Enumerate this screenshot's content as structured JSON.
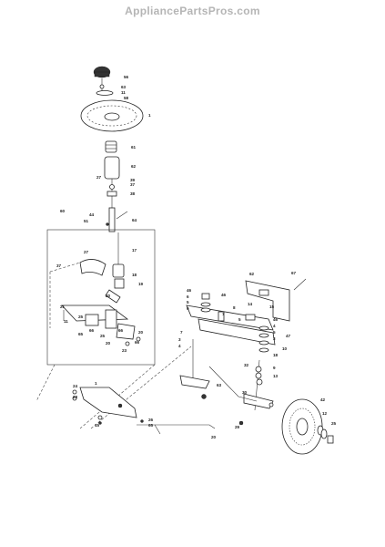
{
  "header": {
    "site": "AppliancePartsPros.com"
  },
  "callouts": [
    "56",
    "63",
    "11",
    "58",
    "1",
    "61",
    "62",
    "27",
    "39",
    "37",
    "38",
    "44",
    "51",
    "64",
    "60",
    "27",
    "17",
    "18",
    "19",
    "20",
    "37",
    "21",
    "25",
    "11",
    "66",
    "65",
    "66",
    "20",
    "23",
    "66",
    "25",
    "20",
    "24",
    "23",
    "1",
    "15",
    "26",
    "65",
    "20",
    "46",
    "6",
    "5",
    "9",
    "7",
    "3",
    "4",
    "46",
    "62",
    "5",
    "7",
    "8",
    "47",
    "10",
    "14",
    "15",
    "67",
    "46",
    "4",
    "5",
    "3",
    "18",
    "9",
    "13",
    "63",
    "30",
    "29",
    "32",
    "42",
    "25",
    "12"
  ],
  "colors": {
    "ink": "#222222",
    "header": "#b5b5b5",
    "background": "#ffffff"
  }
}
